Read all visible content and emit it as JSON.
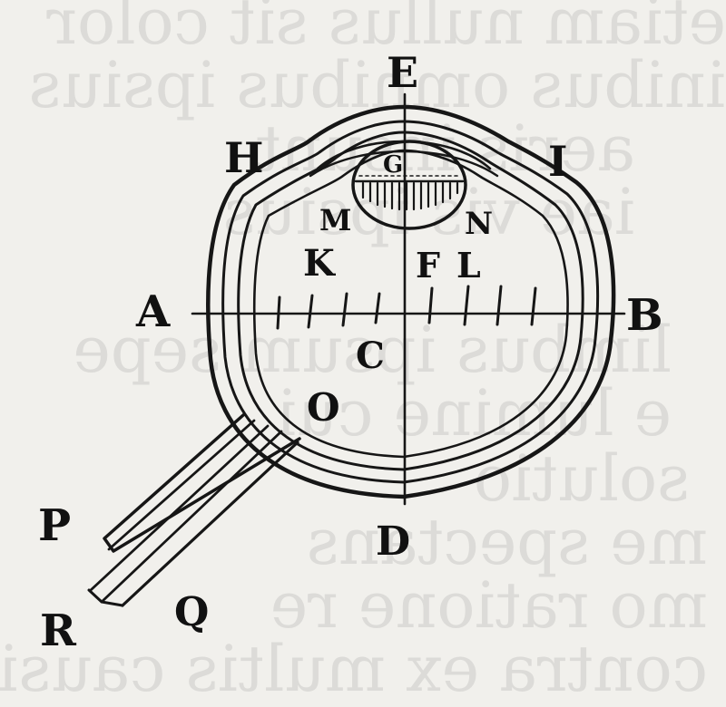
{
  "figure": {
    "background_color": "#f1f0ec",
    "ink_color": "#161616",
    "show_through_text": [
      "etiam nullus sit color",
      "inibus omnibus ipsius",
      "aeris insunt",
      "iae vis ipsius",
      "limbus ipsum sepe",
      "e lumine cui",
      "solutio",
      "me spectans",
      "mo ratione re",
      "contra ex multis causis"
    ],
    "labels": {
      "A": "A",
      "B": "B",
      "C": "C",
      "D": "D",
      "E": "E",
      "F": "F",
      "G": "G",
      "H": "H",
      "I": "I",
      "K": "K",
      "L": "L",
      "M": "M",
      "N": "N",
      "O": "O",
      "P": "P",
      "Q": "Q",
      "R": "R"
    }
  }
}
